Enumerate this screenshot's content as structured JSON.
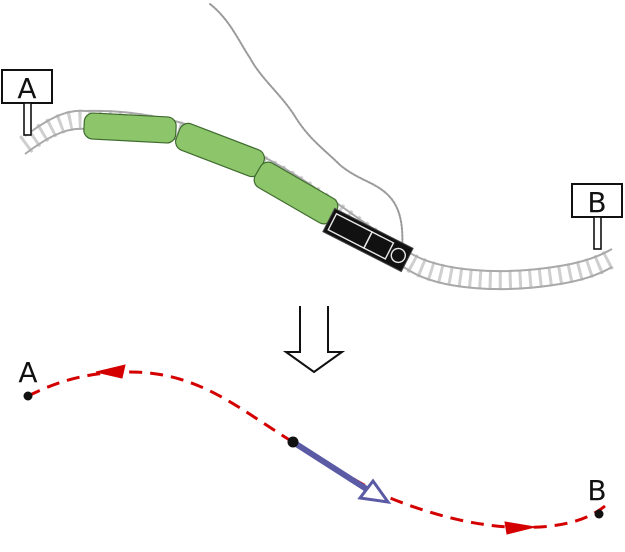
{
  "top_scene": {
    "station_a_label": "A",
    "station_b_label": "B",
    "car_color": "#8cc56a",
    "car_stroke": "#3f6b2e",
    "locomotive_color": "#111111",
    "rail_color": "#b8b8b8",
    "smoke_color": "#999999"
  },
  "arrow_icon": "double-down-arrow",
  "bottom_path": {
    "point_a_label": "A",
    "point_b_label": "B",
    "path_color": "#d40000",
    "velocity_vector_color": "#5a5aa5"
  }
}
